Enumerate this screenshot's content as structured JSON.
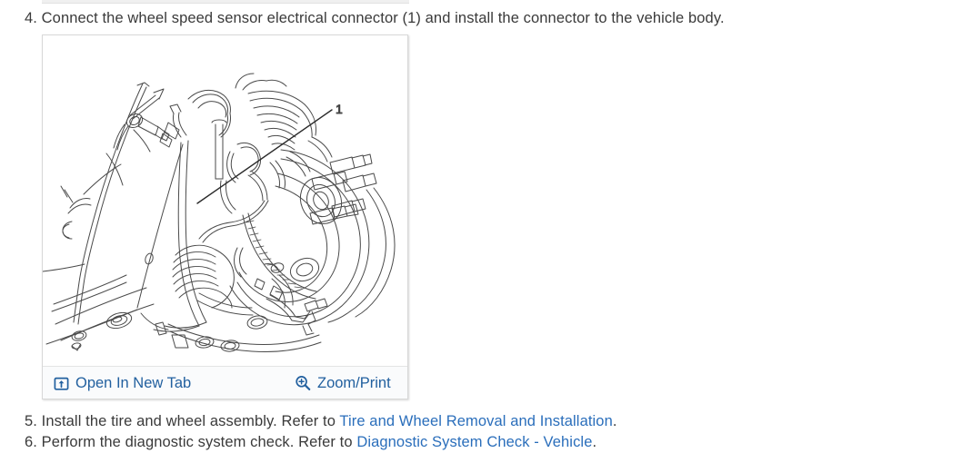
{
  "document": {
    "steps": [
      {
        "number": "4.",
        "text": "Connect the wheel speed sensor electrical connector (1) and install the connector to the vehicle body."
      },
      {
        "number": "5.",
        "text_before": "Install the tire and wheel assembly. Refer to ",
        "link": "Tire and Wheel Removal and Installation",
        "text_after": "."
      },
      {
        "number": "6.",
        "text_before": "Perform the diagnostic system check. Refer to ",
        "link": "Diagnostic System Check - Vehicle",
        "text_after": "."
      }
    ]
  },
  "figure": {
    "alt": "Wheel speed sensor electrical connector on vehicle suspension and brake assembly",
    "callout_label": "1",
    "toolbar": {
      "open_in_new_tab_label": "Open In New Tab",
      "open_in_new_tab_icon": "open-in-new-tab-icon",
      "zoom_print_label": "Zoom/Print",
      "zoom_print_icon": "magnifier-plus-icon"
    }
  },
  "colors": {
    "link": "#2a6ebb",
    "toolbar_link": "#22609f",
    "body_text": "#3a3a3a",
    "panel_border": "#d8d8d8",
    "toolbar_bg": "#fafbfc",
    "line_art": "#4a4a4a"
  }
}
